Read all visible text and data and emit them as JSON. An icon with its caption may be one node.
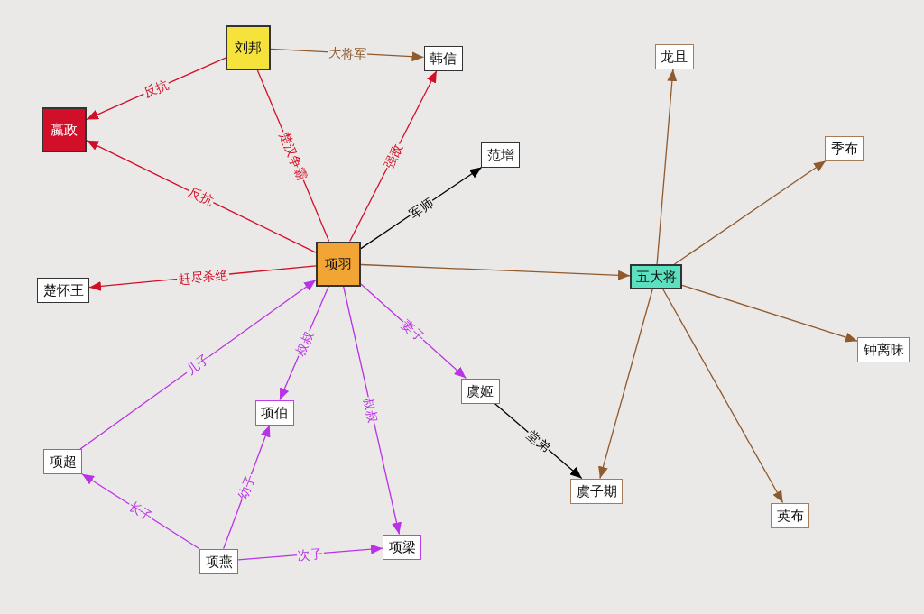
{
  "diagram": {
    "nodes": [
      {
        "text": [
          "刘邦"
        ]
      },
      {
        "text": [
          "韩信"
        ]
      },
      {
        "text": [
          "龙且"
        ]
      },
      {
        "text": [
          "嬴政"
        ]
      },
      {
        "text": [
          "季布"
        ]
      },
      {
        "text": [
          "范增"
        ]
      },
      {
        "text": [
          "项羽"
        ]
      },
      {
        "text": [
          "五大将"
        ]
      },
      {
        "text": [
          "楚怀王"
        ]
      },
      {
        "text": [
          "钟离昧"
        ]
      },
      {
        "text": [
          "虞姬"
        ]
      },
      {
        "text": [
          "项伯"
        ]
      },
      {
        "text": [
          "项超"
        ]
      },
      {
        "text": [
          "虞子期"
        ]
      },
      {
        "text": [
          "英布"
        ]
      },
      {
        "text": [
          "项梁"
        ]
      },
      {
        "text": [
          "项燕"
        ]
      }
    ],
    "edges": [
      {
        "from": 0,
        "to": 1,
        "arrow": "to",
        "label": "大将军",
        "color": "#8e5a2e"
      },
      {
        "from": 0,
        "to": 3,
        "arrow": "to",
        "label": "反抗",
        "color": "#d20f28"
      },
      {
        "from": 6,
        "to": 3,
        "arrow": "to",
        "label": "反抗",
        "color": "#d20f28"
      },
      {
        "from": 0,
        "to": 6,
        "arrow": "none",
        "label": "楚汉争霸",
        "color": "#d20f28"
      },
      {
        "from": 6,
        "to": 1,
        "arrow": "to",
        "label": "强敌",
        "color": "#d20f28"
      },
      {
        "from": 6,
        "to": 5,
        "arrow": "to",
        "label": "军师",
        "color": "#000000"
      },
      {
        "from": 6,
        "to": 8,
        "arrow": "to",
        "label": "赶尽杀绝",
        "color": "#d20f28"
      },
      {
        "from": 6,
        "to": 7,
        "arrow": "to",
        "color": "#8e5a2e"
      },
      {
        "from": 6,
        "to": 11,
        "arrow": "to",
        "label": "叔叔",
        "color": "#b832e6"
      },
      {
        "from": 6,
        "to": 15,
        "arrow": "to",
        "label": "叔叔",
        "color": "#b832e6"
      },
      {
        "from": 6,
        "to": 10,
        "arrow": "to",
        "label": "妻子",
        "color": "#b832e6"
      },
      {
        "from": 12,
        "to": 6,
        "arrow": "to",
        "label": "儿子",
        "color": "#b832e6"
      },
      {
        "from": 10,
        "to": 13,
        "arrow": "to",
        "label": "堂弟",
        "color": "#000000"
      },
      {
        "from": 16,
        "to": 12,
        "arrow": "to",
        "label": "长子",
        "color": "#b832e6"
      },
      {
        "from": 16,
        "to": 11,
        "arrow": "to",
        "label": "幼子",
        "color": "#b832e6"
      },
      {
        "from": 16,
        "to": 15,
        "arrow": "to",
        "label": "次子",
        "color": "#b832e6"
      },
      {
        "from": 7,
        "to": 2,
        "arrow": "to",
        "color": "#8e5a2e"
      },
      {
        "from": 7,
        "to": 4,
        "arrow": "to",
        "color": "#8e5a2e"
      },
      {
        "from": 7,
        "to": 9,
        "arrow": "to",
        "color": "#8e5a2e"
      },
      {
        "from": 7,
        "to": 14,
        "arrow": "to",
        "color": "#8e5a2e"
      },
      {
        "from": 7,
        "to": 13,
        "arrow": "to",
        "color": "#8e5a2e"
      }
    ]
  }
}
